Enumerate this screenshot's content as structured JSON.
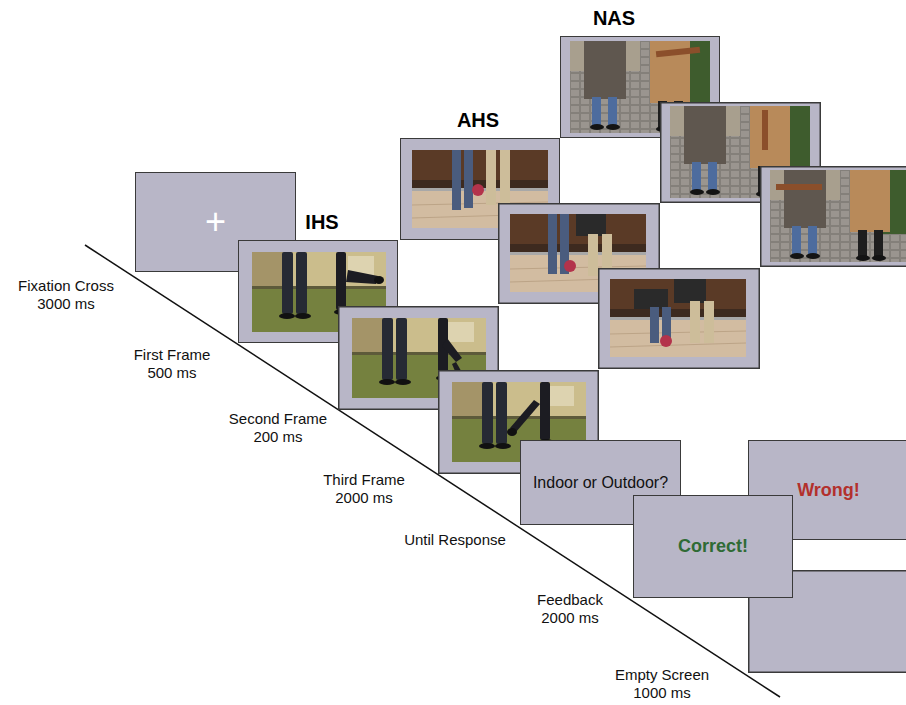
{
  "diagram": {
    "nodes": [
      {
        "text": [
          "+"
        ]
      },
      {
        "text": [
          "IHS"
        ]
      },
      {
        "text": [
          "AHS"
        ]
      },
      {
        "text": [
          "NAS"
        ]
      },
      {
        "text": [
          "Indoor or Outdoor?"
        ]
      },
      {
        "text": [
          "Correct!"
        ]
      },
      {
        "text": [
          "Wrong!"
        ]
      }
    ],
    "labels": [
      "Fixation Cross 3000 ms",
      "First Frame 500 ms",
      "Second Frame 200 ms",
      "Third Frame 2000 ms",
      "Until Response",
      "Feedback 2000 ms",
      "Empty Screen 1000 ms"
    ]
  }
}
